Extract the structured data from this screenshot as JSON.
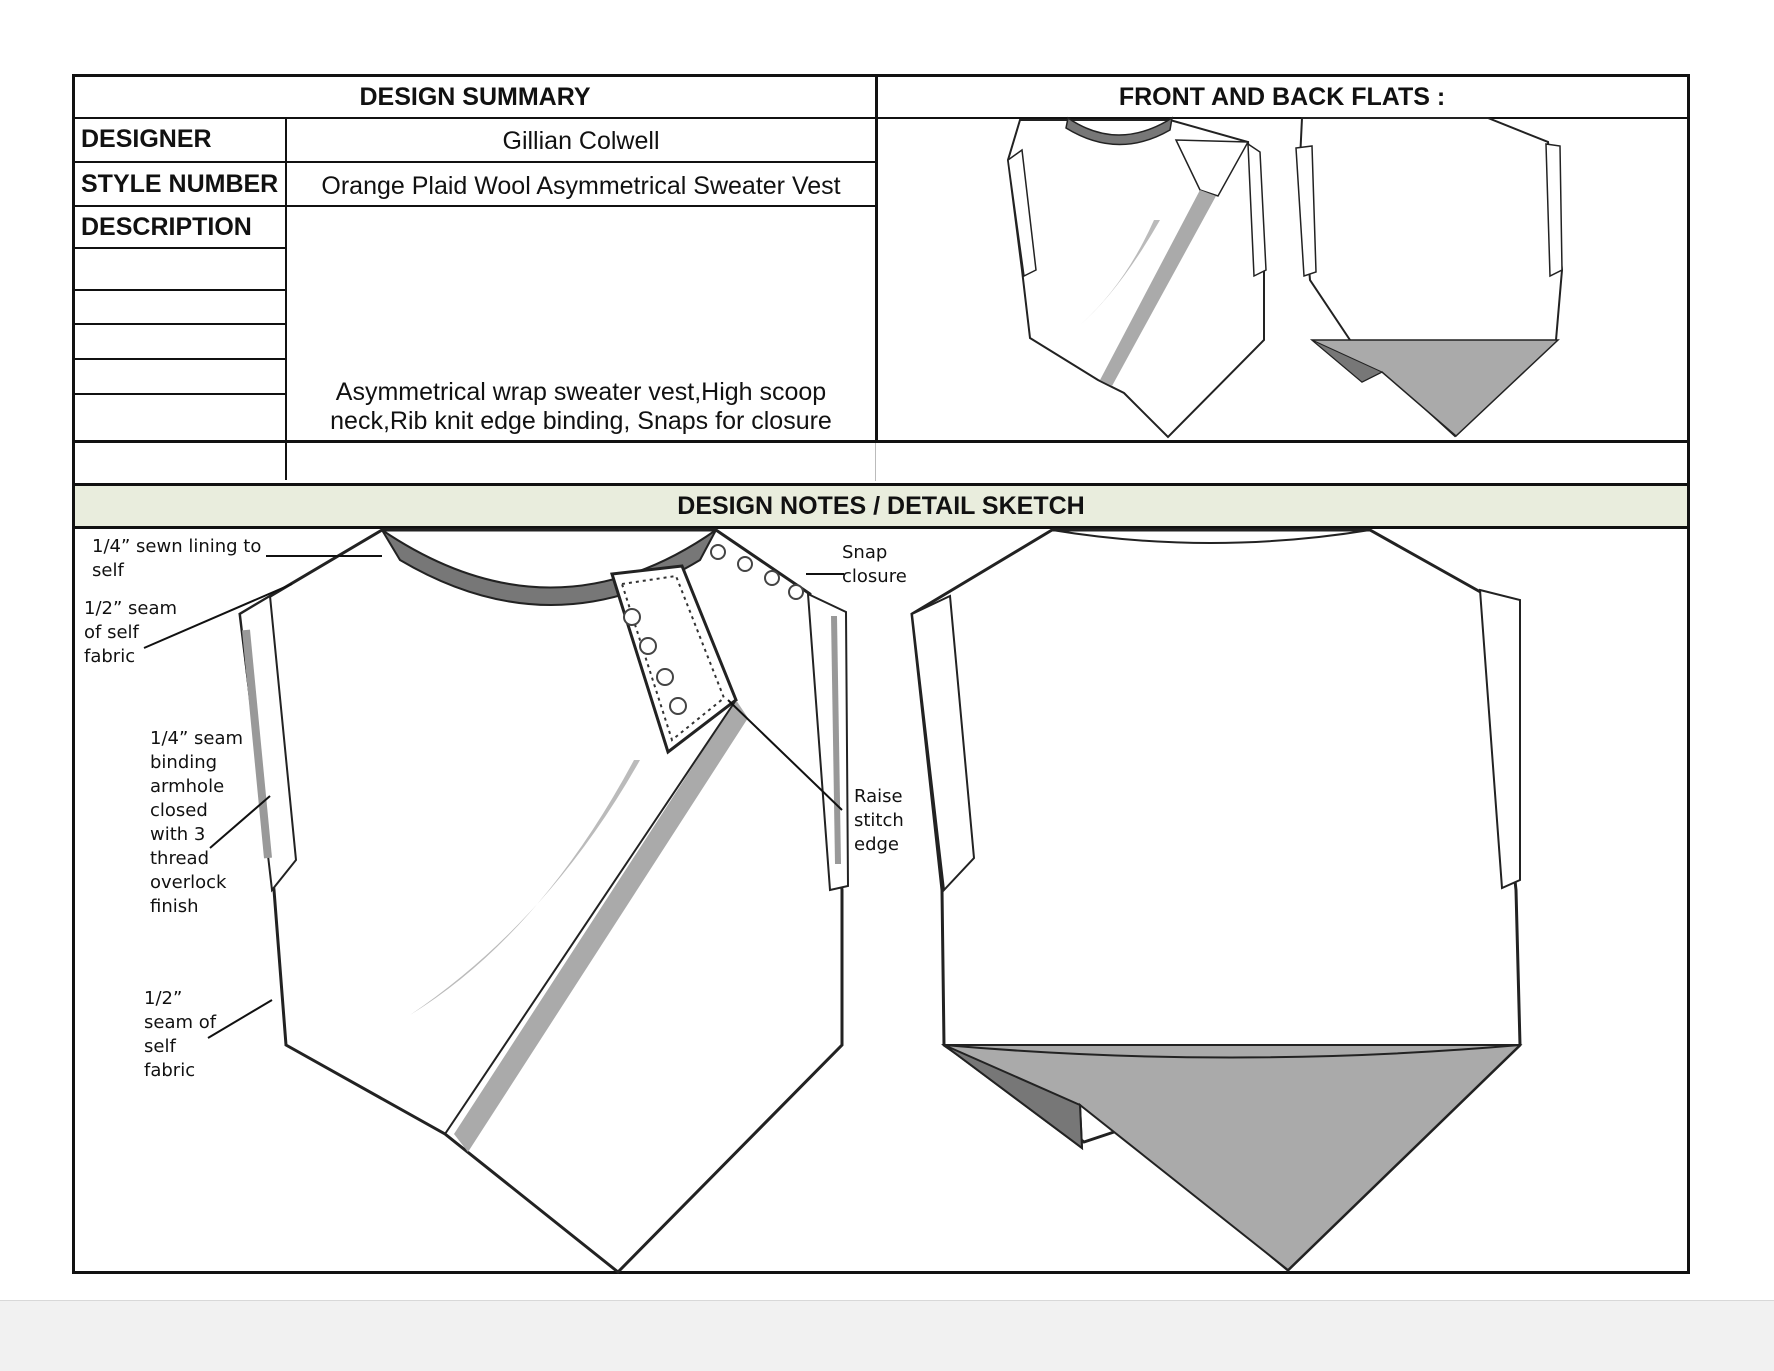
{
  "summary": {
    "title": "DESIGN SUMMARY",
    "designer_label": "DESIGNER",
    "designer_value": "Gillian Colwell",
    "style_label": "STYLE NUMBER",
    "style_value": "Orange Plaid Wool Asymmetrical Sweater Vest",
    "description_label": "DESCRIPTION",
    "description_line1": "Asymmetrical wrap sweater vest,High scoop",
    "description_line2": "neck,Rib knit edge binding, Snaps for closure"
  },
  "flats": {
    "title": "FRONT AND BACK FLATS :"
  },
  "notes": {
    "title": "DESIGN NOTES / DETAIL SKETCH",
    "callouts": {
      "lining": [
        "1/4” sewn lining to",
        "self"
      ],
      "seam_half_top": [
        "1/2” seam",
        "of self",
        "fabric"
      ],
      "binding": [
        "1/4” seam",
        "binding",
        "armhole",
        "closed",
        "with 3",
        "thread",
        "overlock",
        "finish"
      ],
      "seam_half_bottom": [
        "1/2”",
        "seam of",
        "self",
        "fabric"
      ],
      "snap": [
        "Snap",
        "closure"
      ],
      "raise": [
        "Raise",
        "stitch",
        "edge"
      ]
    }
  }
}
